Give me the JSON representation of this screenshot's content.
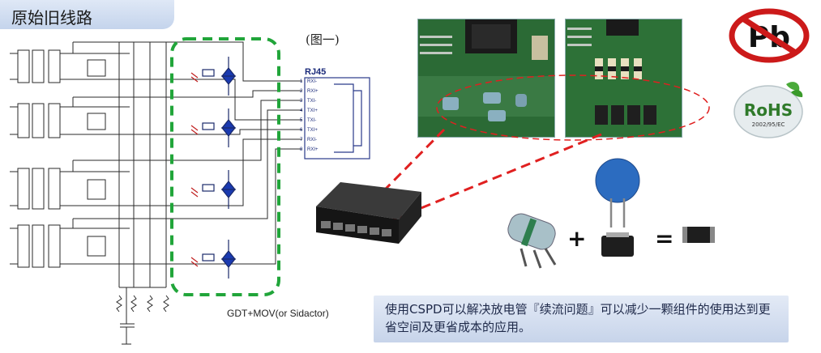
{
  "header": {
    "title": "原始旧线路"
  },
  "diagram": {
    "figure_label": "(图一)",
    "connector_title": "RJ45",
    "pins": [
      {
        "num": "1",
        "label": "RXI-"
      },
      {
        "num": "2",
        "label": "RXI+"
      },
      {
        "num": "3",
        "label": "TXI-"
      },
      {
        "num": "4",
        "label": "TXI+"
      },
      {
        "num": "5",
        "label": "TXI-"
      },
      {
        "num": "6",
        "label": "TXI+"
      },
      {
        "num": "7",
        "label": "RXI-"
      },
      {
        "num": "8",
        "label": "RXI+"
      }
    ],
    "component_label": "GDT+MOV(or Sidactor)"
  },
  "icons": {
    "pb_text": "Pb",
    "rohs_text": "RoHS",
    "rohs_sub": "2002/95/EC"
  },
  "equation": {
    "plus": "+",
    "equals": "="
  },
  "note": {
    "text": "使用CSPD可以解决放电管『续流问题』可以减少一颗组件的使用达到更省空间及更省成本的应用。"
  },
  "colors": {
    "accent_red": "#e02020",
    "dashed_green": "#21a53a",
    "note_bg": "#d6e0f0",
    "board_green": "#2c6b36"
  }
}
